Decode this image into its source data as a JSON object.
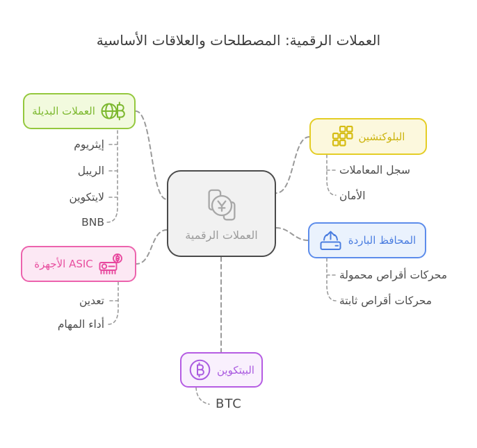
{
  "title": "العملات الرقمية: المصطلحات والعلاقات الأساسية",
  "colors": {
    "central_border": "#4a4a4a",
    "altcoins": "#7cb82e",
    "blockchain": "#ccb40e",
    "cold_wallets": "#4a7de0",
    "asic": "#e84f9f",
    "bitcoin": "#aa5be0",
    "connector": "#9a9a9a",
    "item_text": "#4c4c4c"
  },
  "center": {
    "label": "العملات الرقمية",
    "icon": "currency-exchange-icon"
  },
  "branches": {
    "altcoins": {
      "label": "العملات البديلة",
      "icon": "globe-bitcoin-icon",
      "items": [
        "إيثريوم",
        "الريبل",
        "لايتكوين",
        "BNB"
      ]
    },
    "blockchain": {
      "label": "البلوكتشين",
      "icon": "blocks-icon",
      "items": [
        "سجل المعاملات",
        "الأمان"
      ]
    },
    "cold_wallets": {
      "label": "المحافظ الباردة",
      "icon": "drive-upload-icon",
      "items": [
        "محركات أقراص محمولة",
        "محركات أقراص ثابتة"
      ]
    },
    "asic": {
      "label": "ASIC الأجهزة",
      "icon": "asic-miner-icon",
      "items": [
        "تعدين",
        "أداء المهام"
      ]
    },
    "bitcoin": {
      "label": "البيتكوين",
      "icon": "bitcoin-circle-icon",
      "items": [
        "BTC"
      ]
    }
  }
}
